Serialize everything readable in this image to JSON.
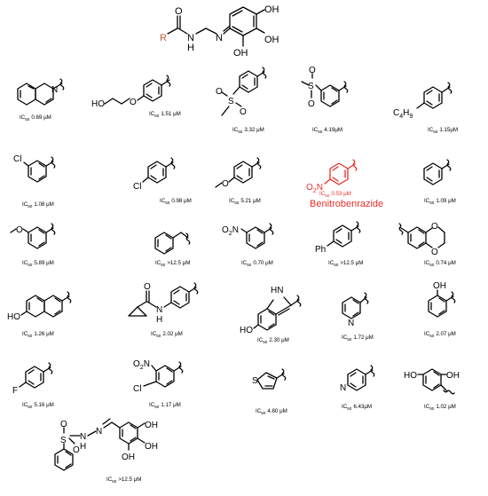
{
  "header": {
    "r": "R",
    "o": "O",
    "nh": "N",
    "nh_h": "H",
    "n": "N",
    "oh_top": "OH",
    "oh_right": "OH",
    "oh_bottom": "OH"
  },
  "subst": {
    "ho": "HO",
    "s": "S",
    "o1": "O",
    "o2": "O",
    "c4h9_c": "C",
    "c4h9_4": "4",
    "c4h9_h": "H",
    "c4h9_9": "9",
    "cl": "Cl",
    "o": "O",
    "o2n_o": "O",
    "o2n_2": "2",
    "o2n_n": "N",
    "n": "N",
    "ph": "Ph",
    "h": "H",
    "oh": "OH",
    "f": "F",
    "nh": "N",
    "hn": "H"
  },
  "compounds": [
    {
      "label": "IC",
      "sub": "50",
      "value": "0.69 μM"
    },
    {
      "label": "IC",
      "sub": "50",
      "value": "1.51 μM"
    },
    {
      "label": "IC",
      "sub": "50",
      "value": "3.32 μM"
    },
    {
      "label": "IC",
      "sub": "50",
      "value": "4.19μM"
    },
    {
      "label": "IC",
      "sub": "50",
      "value": "1.15μM"
    },
    {
      "label": "IC",
      "sub": "50",
      "value": "1.08 μM"
    },
    {
      "label": "IC",
      "sub": "50",
      "value": "0.98 μM"
    },
    {
      "label": "IC",
      "sub": "50",
      "value": "5.21 μM"
    },
    {
      "label": "IC",
      "sub": "50",
      "value": "0.53 μM"
    },
    {
      "label": "IC",
      "sub": "50",
      "value": "1.09 μM"
    },
    {
      "label": "IC",
      "sub": "50",
      "value": "5.89 μM"
    },
    {
      "label": "IC",
      "sub": "50",
      "value": ">12.5 μM"
    },
    {
      "label": "IC",
      "sub": "50",
      "value": "0.70 μM"
    },
    {
      "label": "IC",
      "sub": "50",
      "value": ">12.5  μM"
    },
    {
      "label": "IC",
      "sub": "50",
      "value": "0.74 μM"
    },
    {
      "label": "IC",
      "sub": "50",
      "value": "1.26 μM"
    },
    {
      "label": "IC",
      "sub": "50",
      "value": "2.02 μM"
    },
    {
      "label": "IC",
      "sub": "50",
      "value": "2.30 μM"
    },
    {
      "label": "IC",
      "sub": "50",
      "value": "1.72 μM"
    },
    {
      "label": "IC",
      "sub": "50",
      "value": "2.07 μM"
    },
    {
      "label": "IC",
      "sub": "50",
      "value": "5.16 μM"
    },
    {
      "label": "IC",
      "sub": "50",
      "value": "1.17 μM"
    },
    {
      "label": "IC",
      "sub": "50",
      "value": "4.80 μM"
    },
    {
      "label": "IC",
      "sub": "50",
      "value": "6.43μM"
    },
    {
      "label": "IC",
      "sub": "50",
      "value": "1.02 μM"
    },
    {
      "label": "IC",
      "sub": "50",
      "value": ">12.5 μM"
    }
  ],
  "highlight_name": "Benitrobenrazide",
  "colors": {
    "highlight": "#e8302a",
    "r_label": "#c0603a"
  }
}
